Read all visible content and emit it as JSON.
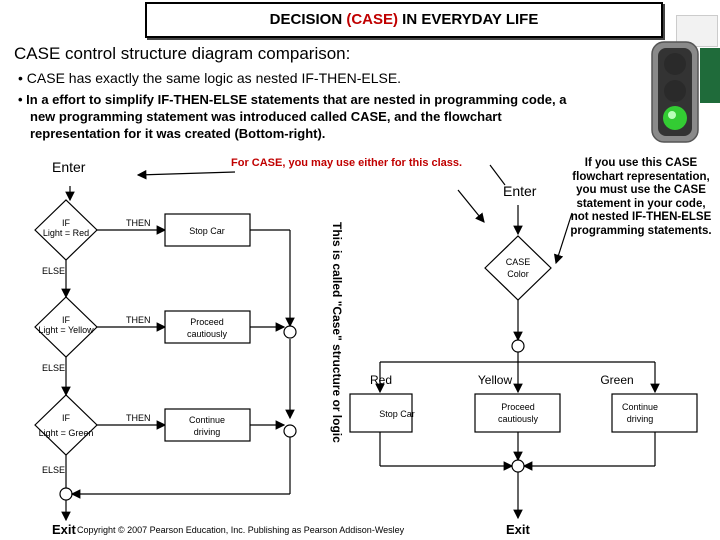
{
  "title": {
    "prefix": "DECISION ",
    "accent": "(CASE)",
    "suffix": " IN EVERYDAY LIFE"
  },
  "heading": "CASE control structure diagram comparison:",
  "bullets": [
    "• CASE has exactly the same logic as nested IF-THEN-ELSE.",
    "• In a effort to simplify IF-THEN-ELSE statements that are nested in programming code, a",
    "new programming statement was introduced called CASE, and the flowchart",
    "representation for it was created (Bottom-right)."
  ],
  "enter_left": "Enter",
  "enter_right": "Enter",
  "note_red": "For CASE, you may use either for this class.",
  "side_note": "If you use this CASE flowchart representation, you must use the CASE statement in your code, not nested IF-THEN-ELSE programming statements.",
  "vertical_label": "This is called \"Case\" structure or logic",
  "left_flow": {
    "if1": [
      "IF",
      "Light = Red"
    ],
    "if2": [
      "IF",
      "Light = Yellow"
    ],
    "if3": [
      "IF",
      "Light = Green"
    ],
    "then": "THEN",
    "else": "ELSE",
    "act1": "Stop Car",
    "act2": [
      "Proceed",
      "cautiously"
    ],
    "act3": [
      "Continue",
      "driving"
    ]
  },
  "case_flow": {
    "diamond": [
      "CASE",
      "Color"
    ],
    "branches": [
      "Red",
      "Yellow",
      "Green"
    ],
    "act1": "Stop Car",
    "act2": [
      "Proceed",
      "cautiously"
    ],
    "act3": [
      "Continue",
      "driving"
    ]
  },
  "exit_left": "Exit",
  "exit_right": "Exit",
  "copyright": "Copyright © 2007 Pearson Education, Inc. Publishing as Pearson Addison-Wesley",
  "colors": {
    "accent": "#c00000",
    "light_green": "#33cc33",
    "light_off": "#2a2a2a",
    "housing": "#8a8a8a"
  }
}
